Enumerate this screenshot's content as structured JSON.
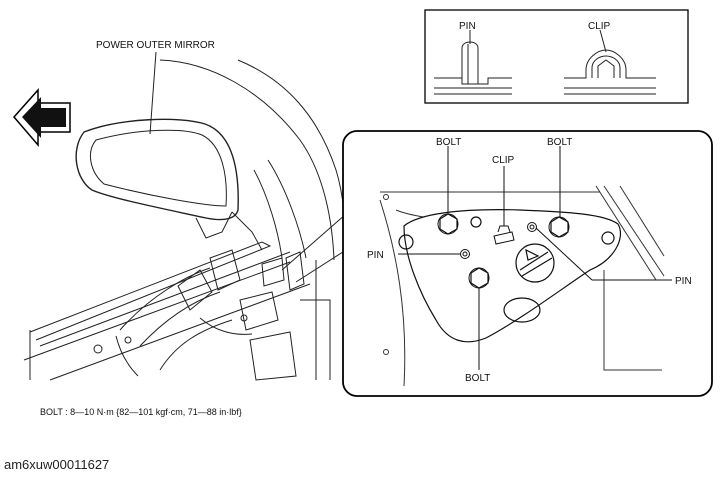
{
  "labels": {
    "mirror": "POWER OUTER MIRROR",
    "inset_pin": "PIN",
    "inset_clip": "CLIP",
    "bolt_top_left": "BOLT",
    "bolt_top_right": "BOLT",
    "clip_center": "CLIP",
    "pin_left": "PIN",
    "pin_right": "PIN",
    "bolt_bottom": "BOLT"
  },
  "torque_spec": "BOLT : 8—10 N·m {82—101 kgf·cm, 71—88 in·lbf}",
  "figure_code": "am6xuw00011627"
}
